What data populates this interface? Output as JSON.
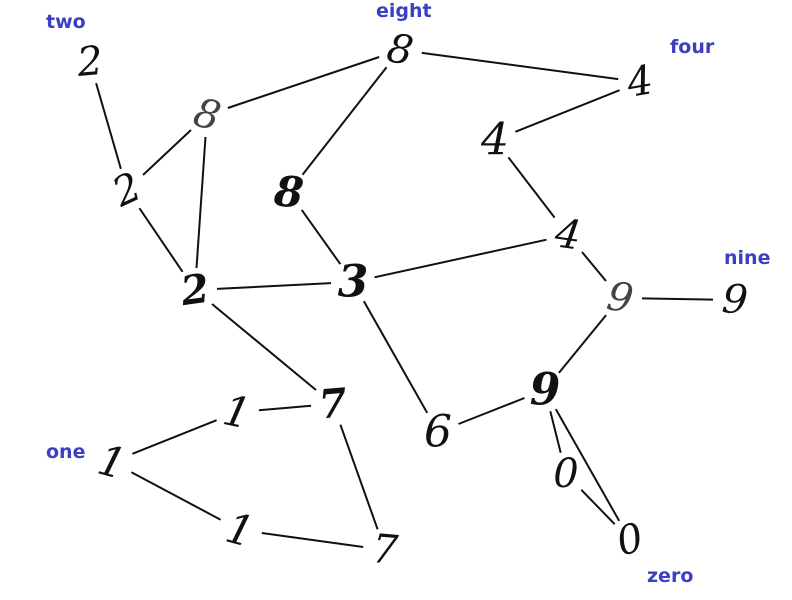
{
  "class_labels": {
    "two": "two",
    "eight": "eight",
    "four": "four",
    "nine": "nine",
    "one": "one",
    "zero": "zero"
  },
  "nodes": [
    {
      "id": "n2a",
      "digit": "2"
    },
    {
      "id": "n8a",
      "digit": "8"
    },
    {
      "id": "n8b",
      "digit": "8"
    },
    {
      "id": "n4a",
      "digit": "4"
    },
    {
      "id": "n4b",
      "digit": "4"
    },
    {
      "id": "n2b",
      "digit": "2"
    },
    {
      "id": "n8c",
      "digit": "8"
    },
    {
      "id": "n4c",
      "digit": "4"
    },
    {
      "id": "n2c",
      "digit": "2"
    },
    {
      "id": "n3",
      "digit": "3"
    },
    {
      "id": "n9a",
      "digit": "9"
    },
    {
      "id": "n9b",
      "digit": "9"
    },
    {
      "id": "n1a",
      "digit": "1"
    },
    {
      "id": "n7a",
      "digit": "7"
    },
    {
      "id": "n6",
      "digit": "6"
    },
    {
      "id": "n9c",
      "digit": "9"
    },
    {
      "id": "n1b",
      "digit": "1"
    },
    {
      "id": "n0a",
      "digit": "0"
    },
    {
      "id": "n1c",
      "digit": "1"
    },
    {
      "id": "n7b",
      "digit": "7"
    },
    {
      "id": "n0b",
      "digit": "0"
    }
  ],
  "edges": [
    [
      "n2a",
      "n2b"
    ],
    [
      "n8b",
      "n8a"
    ],
    [
      "n8a",
      "n4a"
    ],
    [
      "n8a",
      "n8c"
    ],
    [
      "n4a",
      "n4b"
    ],
    [
      "n8b",
      "n2b"
    ],
    [
      "n8b",
      "n2c"
    ],
    [
      "n2b",
      "n2c"
    ],
    [
      "n4b",
      "n4c"
    ],
    [
      "n8c",
      "n3"
    ],
    [
      "n2c",
      "n3"
    ],
    [
      "n3",
      "n4c"
    ],
    [
      "n4c",
      "n9a"
    ],
    [
      "n9a",
      "n9b"
    ],
    [
      "n9a",
      "n9c"
    ],
    [
      "n2c",
      "n7a"
    ],
    [
      "n3",
      "n6"
    ],
    [
      "n6",
      "n9c"
    ],
    [
      "n1a",
      "n7a"
    ],
    [
      "n1b",
      "n1a"
    ],
    [
      "n7a",
      "n7b"
    ],
    [
      "n9c",
      "n0a"
    ],
    [
      "n9c",
      "n0b"
    ],
    [
      "n0a",
      "n0b"
    ],
    [
      "n1b",
      "n1c"
    ],
    [
      "n1c",
      "n7b"
    ]
  ]
}
